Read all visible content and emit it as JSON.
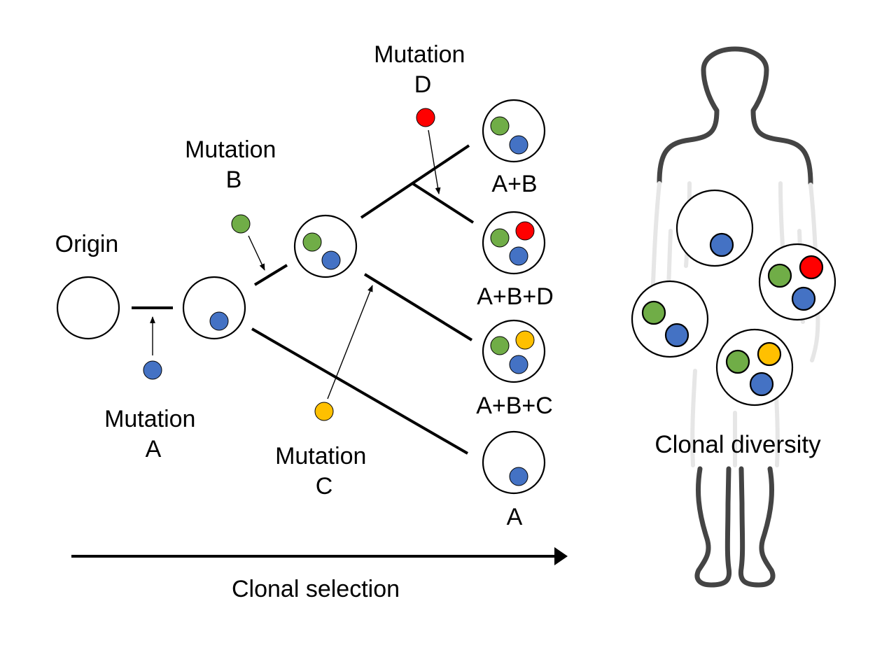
{
  "colors": {
    "mutation_a": "#4472c4",
    "mutation_b": "#70ad47",
    "mutation_c": "#ffc000",
    "mutation_d": "#ff0000"
  },
  "labels": {
    "origin": "Origin",
    "mutation_a": [
      "Mutation",
      "A"
    ],
    "mutation_b": [
      "Mutation",
      "B"
    ],
    "mutation_c": [
      "Mutation",
      "C"
    ],
    "mutation_d": [
      "Mutation",
      "D"
    ],
    "clone_ab": "A+B",
    "clone_abd": "A+B+D",
    "clone_abc": "A+B+C",
    "clone_a": "A",
    "clonal_selection": "Clonal selection",
    "clonal_diversity": "Clonal diversity"
  },
  "icons": {
    "body": "human-silhouette-icon",
    "arrow": "right-arrow-icon"
  }
}
